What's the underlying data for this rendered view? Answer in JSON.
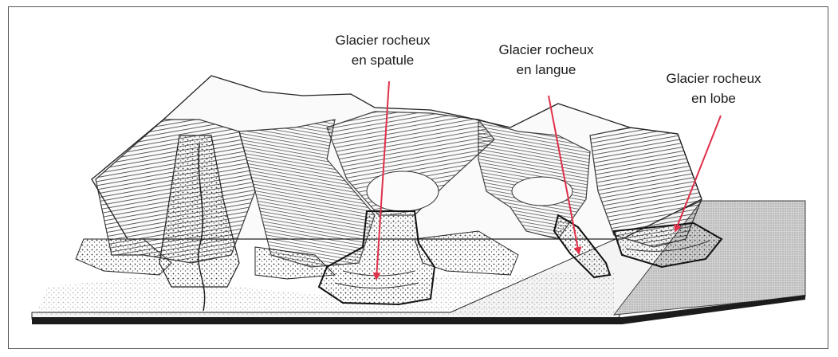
{
  "labels": {
    "spatule": {
      "line1": "Glacier rocheux",
      "line2": "en spatule"
    },
    "langue": {
      "line1": "Glacier rocheux",
      "line2": "en langue"
    },
    "lobe": {
      "line1": "Glacier rocheux",
      "line2": "en lobe"
    }
  },
  "colors": {
    "arrow": "#e0304a",
    "ink": "#1a1a1a",
    "base": "#1c1c1c",
    "plain": "#c9c9c9"
  }
}
